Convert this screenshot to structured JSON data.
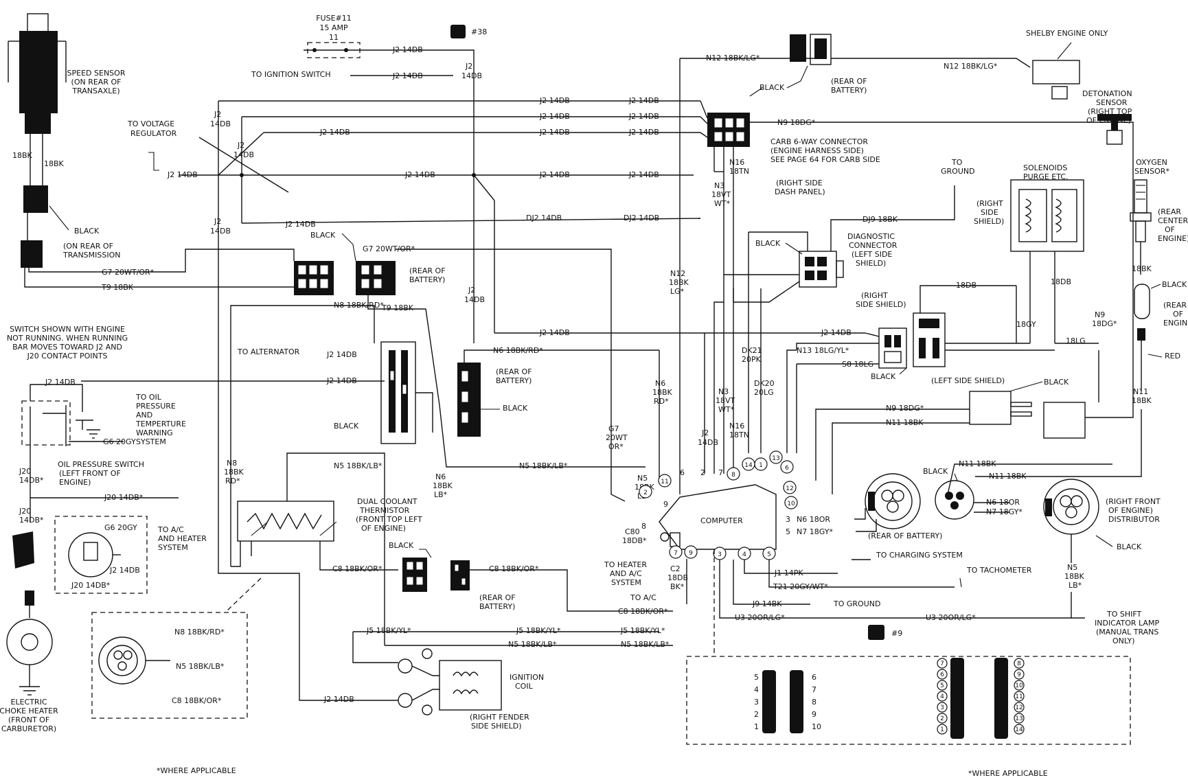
{
  "fuse": {
    "title": "FUSE#11",
    "rating": "15 AMP",
    "number": "11"
  },
  "badges": {
    "b38": "#38",
    "b9": "#9"
  },
  "labels": {
    "speed_sensor": [
      "SPEED SENSOR",
      "(ON REAR OF",
      "TRANSAXLE)"
    ],
    "black_rear_trans": "BLACK",
    "on_rear_trans": [
      "(ON REAR OF",
      "TRANSMISSION"
    ],
    "to_voltage_regulator": [
      "TO VOLTAGE",
      "REGULATOR"
    ],
    "to_ignition_switch": "TO IGNITION SWITCH",
    "switch_note": [
      "SWITCH SHOWN WITH ENGINE",
      "NOT RUNNING. WHEN RUNNING",
      "BAR MOVES TOWARD J2 AND",
      "J20 CONTACT POINTS"
    ],
    "to_oil_pressure": [
      "TO OIL",
      "PRESSURE",
      "AND",
      "TEMPERTURE",
      "WARNING",
      "SYSTEM"
    ],
    "oil_pressure_switch": [
      "OIL PRESSURE SWITCH",
      "(LEFT FRONT OF",
      "ENGINE)"
    ],
    "to_ac_heater": [
      "TO A/C",
      "AND HEATER",
      "SYSTEM"
    ],
    "electric_choke": [
      "ELECTRIC",
      "CHOKE HEATER",
      "(FRONT OF",
      "CARBURETOR)"
    ],
    "to_alternator": "TO ALTERNATOR",
    "black_alt": "BLACK",
    "black_left_conn": "BLACK",
    "rear_battery_1": [
      "(REAR OF",
      "BATTERY)"
    ],
    "rear_battery_2": [
      "(REAR OF",
      "BATTERY)"
    ],
    "black_mid_conn": "BLACK",
    "dual_coolant": [
      "DUAL COOLANT",
      "THERMISTOR",
      "(FRONT TOP LEFT",
      "OF ENGINE)"
    ],
    "black_therm_conn": "BLACK",
    "rear_battery_3": [
      "(REAR OF",
      "BATTERY)"
    ],
    "ignition_coil": [
      "IGNITION",
      "COIL"
    ],
    "right_fender": [
      "(RIGHT FENDER",
      "SIDE SHIELD)"
    ],
    "where_applicable_1": "*WHERE APPLICABLE",
    "where_applicable_2": "*WHERE APPLICABLE",
    "rear_battery_top": [
      "(REAR OF",
      "BATTERY)"
    ],
    "black_top": "BLACK",
    "carb_6way": [
      "CARB 6-WAY CONNECTOR",
      "(ENGINE HARNESS SIDE)",
      "SEE PAGE 64 FOR CARB SIDE"
    ],
    "right_side_dash": [
      "(RIGHT SIDE",
      "DASH PANEL)"
    ],
    "black_diag": "BLACK",
    "diagnostic_connector": [
      "DIAGNOSTIC",
      "CONNECTOR",
      "(LEFT SIDE",
      "SHIELD)"
    ],
    "to_ground_top": [
      "TO",
      "GROUND"
    ],
    "right_side_shield": [
      "(RIGHT",
      "SIDE",
      "SHIELD)"
    ],
    "right_side_shield_2": [
      "(RIGHT",
      "SIDE SHIELD)"
    ],
    "solenoids": [
      "SOLENOIDS",
      "PURGE ETC."
    ],
    "shelby": "SHELBY ENGINE ONLY",
    "detonation": [
      "DETONATION",
      "SENSOR",
      "(RIGHT TOP",
      "OF ENGINE)"
    ],
    "oxygen": [
      "OXYGEN",
      "SENSOR*"
    ],
    "rear_center": [
      "(REAR",
      "CENTER",
      "OF",
      "ENGINE)"
    ],
    "black_o2": "BLACK",
    "rear_engine": [
      "(REAR",
      "OF",
      "ENGINE)"
    ],
    "red": "RED",
    "black_small": "BLACK",
    "left_side_shield": "(LEFT SIDE SHIELD)",
    "black_ls": "BLACK",
    "black_rb": "BLACK",
    "rear_battery_bottom": "(REAR OF BATTERY)",
    "right_front_dist": [
      "(RIGHT FRONT",
      "OF ENGINE)",
      "DISTRIBUTOR"
    ],
    "black_dist": "BLACK",
    "computer": "COMPUTER",
    "to_heater_ac": [
      "TO HEATER",
      "AND A/C",
      "SYSTEM"
    ],
    "to_ac": "TO A/C",
    "to_charging": "TO CHARGING SYSTEM",
    "to_tachometer": "TO TACHOMETER",
    "to_ground": "TO GROUND",
    "to_shift": [
      "TO SHIFT",
      "INDICATOR LAMP",
      "(MANUAL TRANS",
      "ONLY)"
    ]
  },
  "wires": {
    "j2_14db": "J2 14DB",
    "j2": "J2",
    "n14db": "14DB",
    "dj2_14db": "DJ2 14DB",
    "dj9_18bk": "DJ9 18BK",
    "g7_20wt_or": "G7 20WT/OR*",
    "t9_18bk": "T9 18BK",
    "n8_18bk_rd": "N8 18BK/RD*",
    "n6_18bk_rd": "N6 18BK/RD*",
    "n5_18bk_lb": "N5 18BK/LB*",
    "n12_18bk_lg": "N12 18BK/LG*",
    "n9_18dg": "N9 18DG*",
    "n13_18lg_yl": "N13 18LG/YL*",
    "s8_18lg": "S8 18LG",
    "n11_18bk": "N11 18BK",
    "n6_18or": "N6 18OR",
    "n7_18gy": "N7 18GY*",
    "c8_18bk_or": "C8 18BK/OR*",
    "j5_18bk_yl": "J5 18BK/YL*",
    "j1_14pk": "J1 14PK",
    "t21_20gy_wt": "T21 20GY/WT*",
    "j9_14bk": "J9 14BK",
    "u3_20or_lg": "U3 20OR/LG*",
    "j20_14db": "J20 14DB*",
    "g6_20gy": "G6 20GY",
    "j20_14db_s": "J20 14DB*",
    "j2_14db_s": "J2 14DB",
    "g6_20gy_s": "G6 20GY",
    "n8_18bk_rd_s": "N8 18BK/RD*",
    "n5_18bk_lb_s": "N5 18BK/LB*",
    "c8_18bk_or_s": "C8 18BK/OR*",
    "bk18": "18BK",
    "db18": "18DB",
    "gy18": "18GY",
    "lg18": "18LG",
    "g6_20gy_dash": "G6 20GY"
  },
  "vertical_labels": {
    "n8v": [
      "N8",
      "18BK",
      "RD*"
    ],
    "n6v": [
      "N6",
      "18BK",
      "RD*"
    ],
    "g7v": [
      "G7",
      "20WT",
      "OR*"
    ],
    "n5v": [
      "N5",
      "18BK",
      "LB*"
    ],
    "n6bv": [
      "N6",
      "18BK",
      "LB*"
    ],
    "n12v": [
      "N12",
      "18BK",
      "LG*"
    ],
    "n3v": [
      "N3",
      "18VT",
      "WT*"
    ],
    "n3bv": [
      "N3",
      "18VT",
      "WT*"
    ],
    "n16v": [
      "N16",
      "18TN"
    ],
    "n16bv": [
      "N16",
      "18TN"
    ],
    "dk21v": [
      "DK21",
      "20PK"
    ],
    "dk20v": [
      "DK20",
      "20LG"
    ],
    "j2v": [
      "J2",
      "14DB"
    ],
    "j20v": [
      "J20",
      "14DB*"
    ],
    "j20bv": [
      "J20",
      "14DB*"
    ],
    "c80v": [
      "C80",
      "18DB*"
    ],
    "c2v": [
      "C2",
      "18DB",
      "BK*"
    ],
    "n9v": [
      "N9",
      "18DG*"
    ],
    "n11v": [
      "N11",
      "18BK"
    ],
    "n5bv": [
      "N5",
      "18BK",
      "LB*"
    ]
  },
  "pins": [
    "1",
    "2",
    "3",
    "4",
    "5",
    "6",
    "7",
    "8",
    "9",
    "10",
    "11",
    "12",
    "13",
    "14"
  ],
  "pin_plain": {
    "p6": "6",
    "p2": "2",
    "p7": "7",
    "p8": "8",
    "p9": "9",
    "p3": "3",
    "p5": "5"
  },
  "connector_pins_left": [
    "5",
    "4",
    "3",
    "2",
    "1"
  ],
  "connector_pins_right": [
    "6",
    "7",
    "8",
    "9",
    "10"
  ],
  "connector_pins_c": [
    "7",
    "6",
    "5",
    "4",
    "3",
    "2",
    "1"
  ],
  "connector_pins_d": [
    "8",
    "9",
    "10",
    "11",
    "12",
    "13",
    "14"
  ]
}
